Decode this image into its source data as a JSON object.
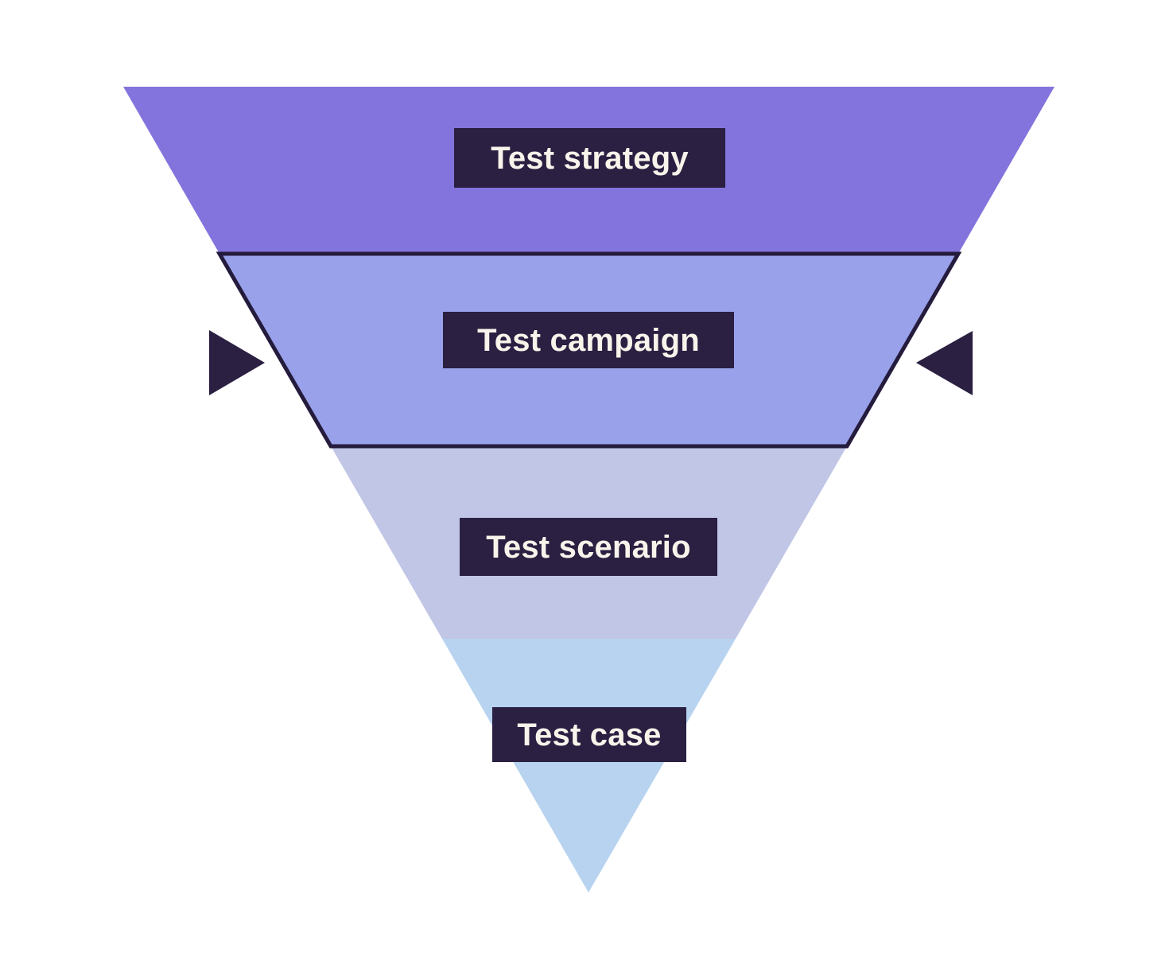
{
  "diagram": {
    "type": "inverted-funnel",
    "background": "#FFFFFF",
    "outline_color": "#241B3D",
    "arrow_color": "#2B1F42",
    "label_box": {
      "background": "#2B1F42",
      "text_color": "#F8F4EB"
    },
    "levels": [
      {
        "label": "Test strategy",
        "fill": "#8374DD",
        "outlined": false
      },
      {
        "label": "Test campaign",
        "fill": "#98A1E9",
        "outlined": true
      },
      {
        "label": "Test scenario",
        "fill": "#C1C6E6",
        "outlined": false
      },
      {
        "label": "Test case",
        "fill": "#B7D3F0",
        "outlined": false
      }
    ],
    "arrows": [
      {
        "name": "left-arrow",
        "direction": "right"
      },
      {
        "name": "right-arrow",
        "direction": "left"
      }
    ]
  }
}
